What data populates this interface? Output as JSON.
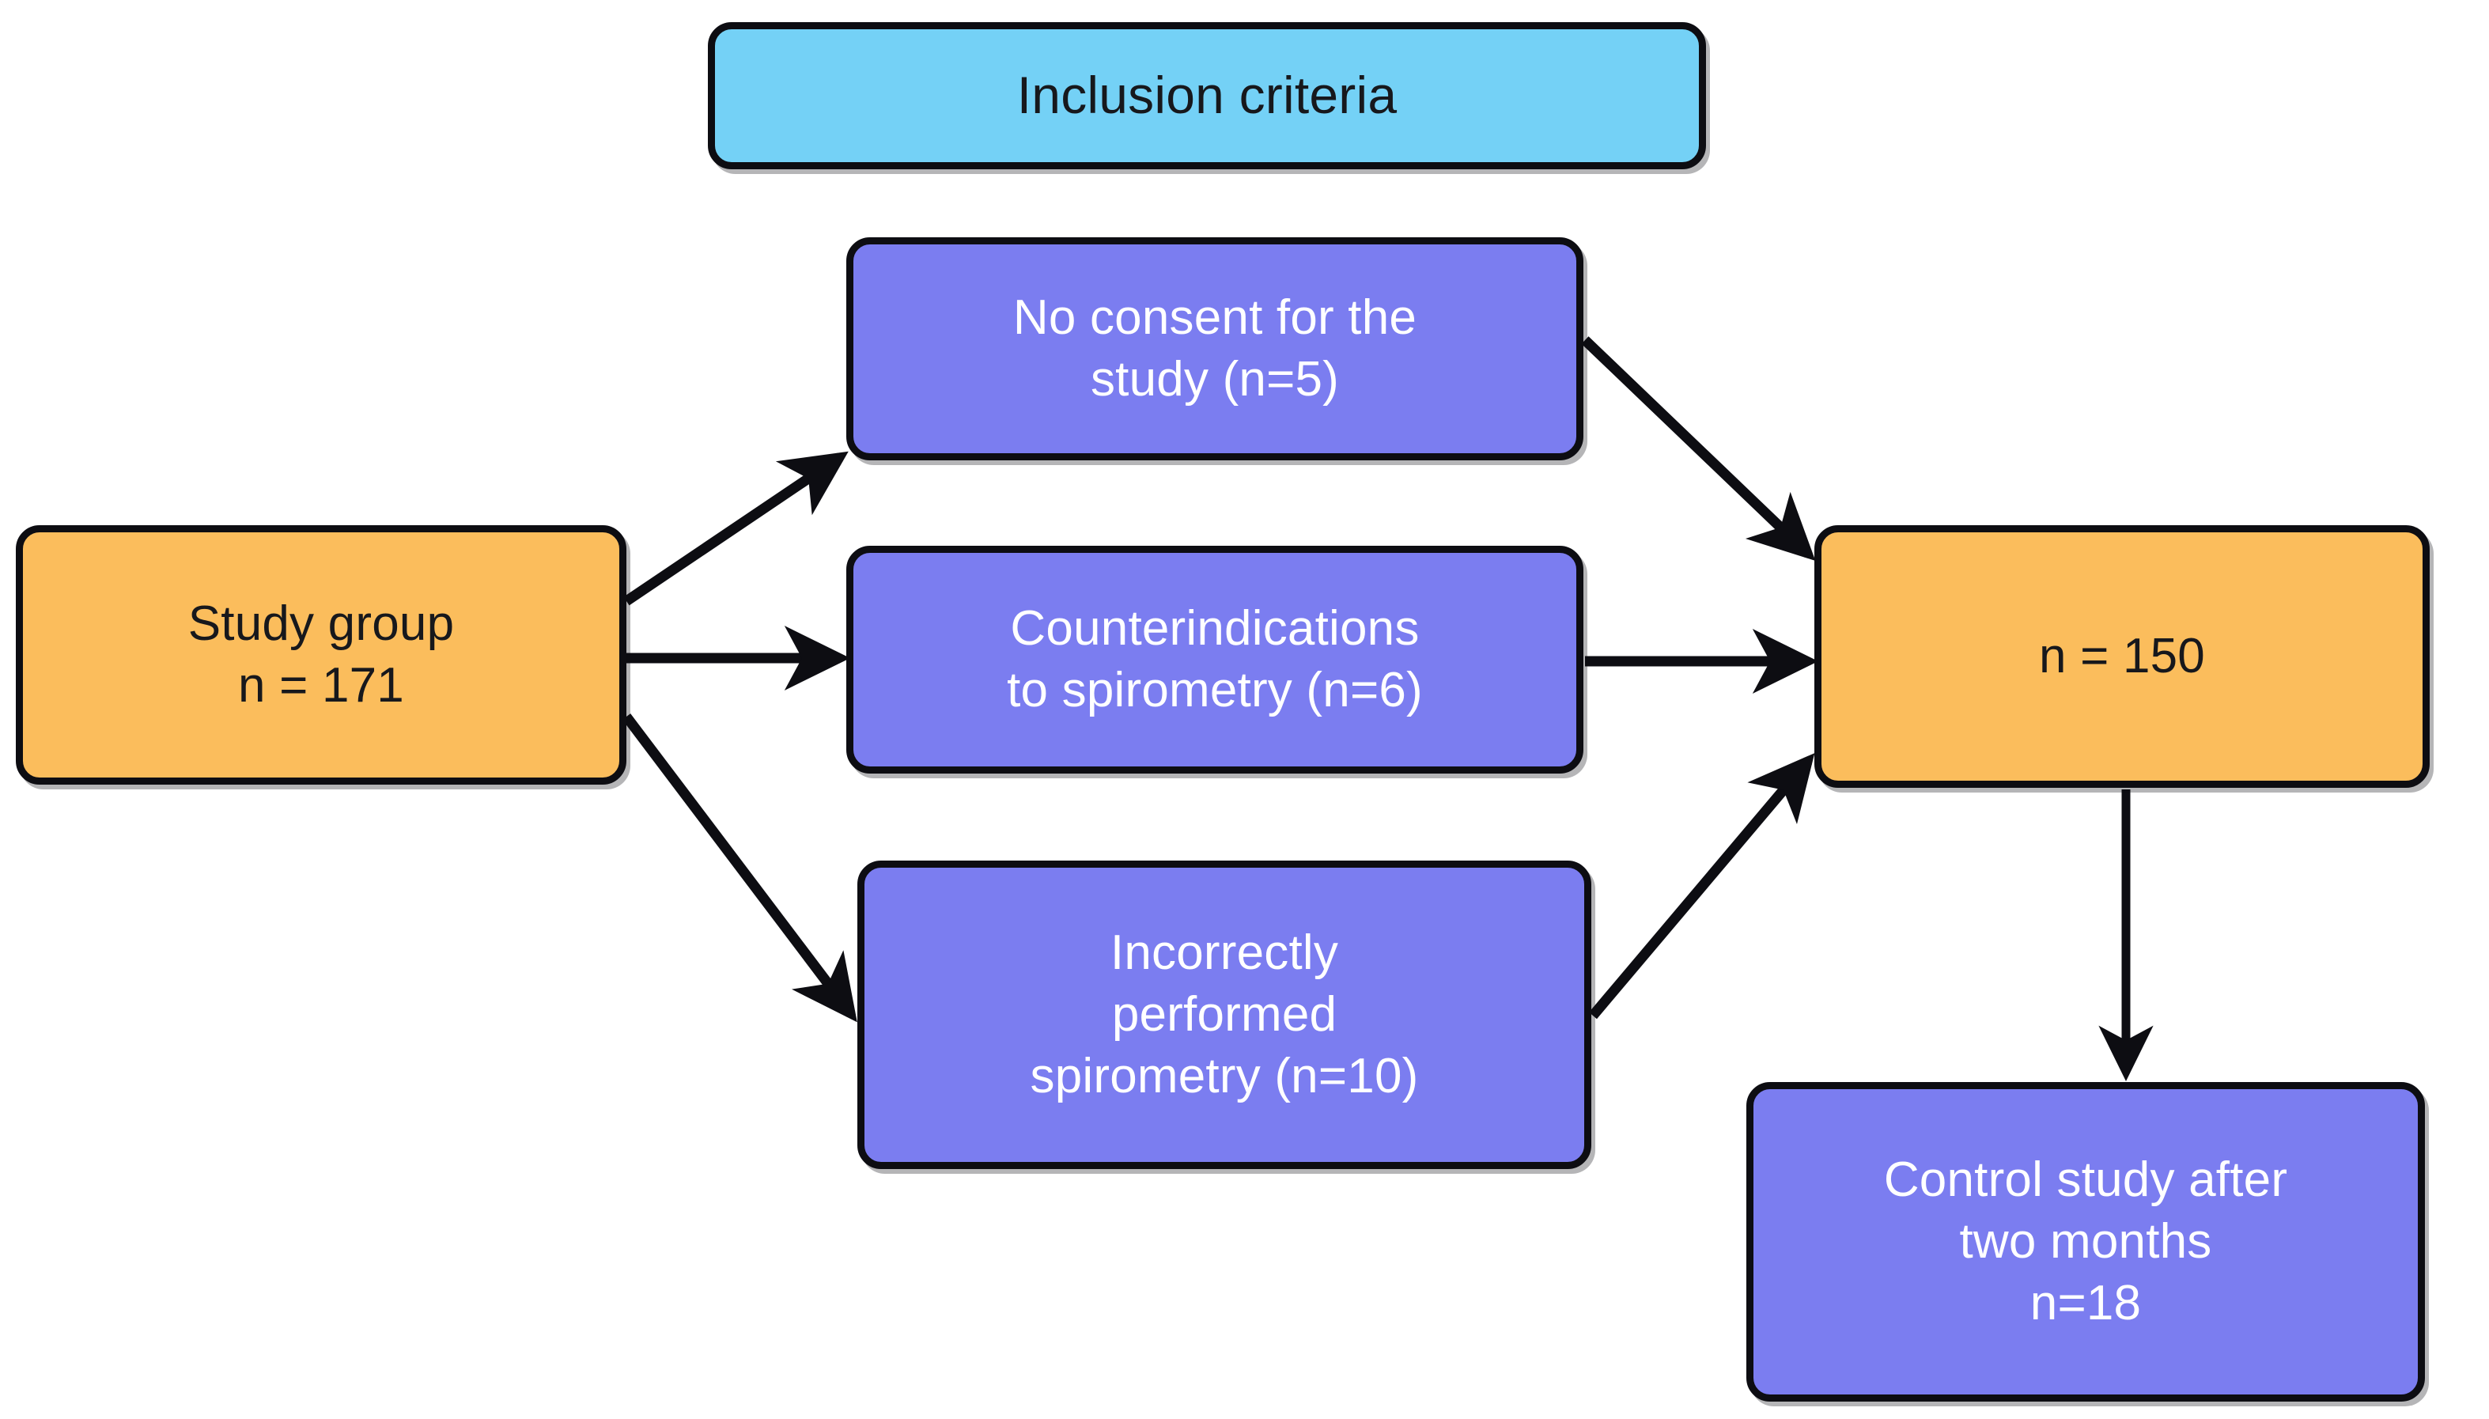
{
  "diagram": {
    "title": "Study flow diagram",
    "colors": {
      "inclusion_fill": "#74d1f6",
      "group_fill": "#fbbd5c",
      "exclusion_fill": "#7b7df0",
      "stroke": "#0d0d12",
      "dark_text": "#17181c",
      "light_text": "#ffffff",
      "background": "#ffffff"
    },
    "nodes": {
      "inclusion": {
        "label": "Inclusion criteria"
      },
      "study_group": {
        "label": "Study group\nn = 171"
      },
      "no_consent": {
        "label": "No consent for the\nstudy (n=5)"
      },
      "counterindications": {
        "label": "Counterindications\nto spirometry (n=6)"
      },
      "incorrect_spirometry": {
        "label": "Incorrectly\nperformed\nspirometry (n=10)"
      },
      "remaining": {
        "label": "n = 150"
      },
      "control_study": {
        "label": "Control study after\ntwo months\nn=18"
      }
    },
    "edges": [
      {
        "name": "study-group-to-no-consent",
        "from": "study_group",
        "to": "no_consent",
        "style": "arrow-diagonal-up"
      },
      {
        "name": "study-group-to-counterindications",
        "from": "study_group",
        "to": "counterindications",
        "style": "arrow-horizontal"
      },
      {
        "name": "study-group-to-incorrect",
        "from": "study_group",
        "to": "incorrect_spirometry",
        "style": "arrow-diagonal-down"
      },
      {
        "name": "no-consent-to-remaining",
        "from": "no_consent",
        "to": "remaining",
        "style": "arrow-diagonal-down"
      },
      {
        "name": "counterindications-to-remaining",
        "from": "counterindications",
        "to": "remaining",
        "style": "arrow-horizontal"
      },
      {
        "name": "incorrect-to-remaining",
        "from": "incorrect_spirometry",
        "to": "remaining",
        "style": "arrow-diagonal-up"
      },
      {
        "name": "remaining-to-control-study",
        "from": "remaining",
        "to": "control_study",
        "style": "arrow-vertical-down"
      }
    ]
  }
}
